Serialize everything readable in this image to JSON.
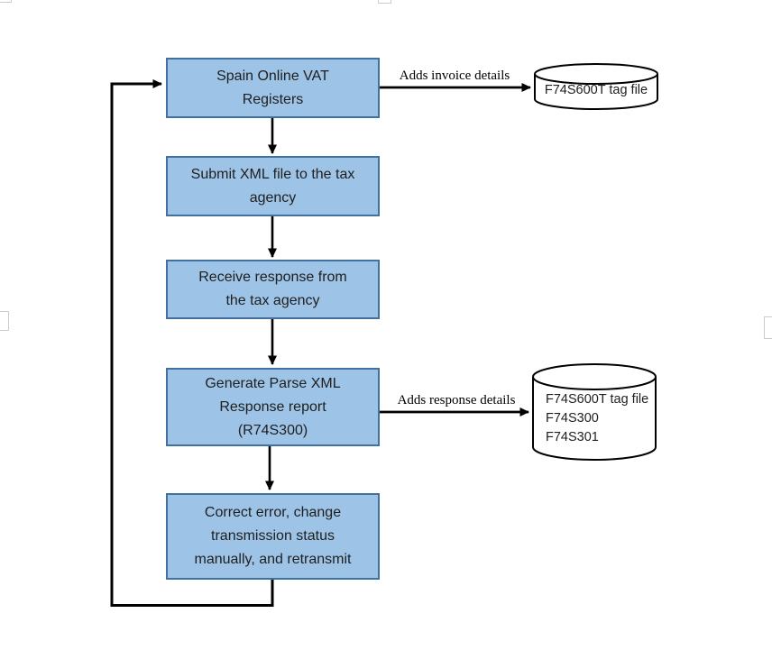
{
  "diagram": {
    "colors": {
      "node_fill": "#9DC3E6",
      "node_border": "#41719C",
      "line": "#000000",
      "handle": "#cccccc"
    },
    "nodes": [
      {
        "id": "spain-online-vat-registers",
        "lines": [
          "Spain Online VAT",
          "Registers"
        ]
      },
      {
        "id": "submit-xml-file",
        "lines": [
          "Submit XML file to the tax",
          "agency"
        ]
      },
      {
        "id": "receive-response",
        "lines": [
          "Receive response from",
          "the tax agency"
        ]
      },
      {
        "id": "generate-parse-xml-report",
        "lines": [
          "Generate Parse XML",
          "Response report",
          "(R74S300)"
        ]
      },
      {
        "id": "correct-error-retransmit",
        "lines": [
          "Correct error, change",
          "transmission status",
          "manually, and retransmit"
        ]
      }
    ],
    "datastores": [
      {
        "id": "invoice-tag-file",
        "lines": [
          "F74S600T tag file"
        ]
      },
      {
        "id": "response-tables",
        "lines": [
          "F74S600T tag file",
          "F74S300",
          "F74S301"
        ]
      }
    ],
    "edge_labels": [
      {
        "id": "adds-invoice-details",
        "text": "Adds invoice details"
      },
      {
        "id": "adds-response-details",
        "text": "Adds response details"
      }
    ]
  }
}
